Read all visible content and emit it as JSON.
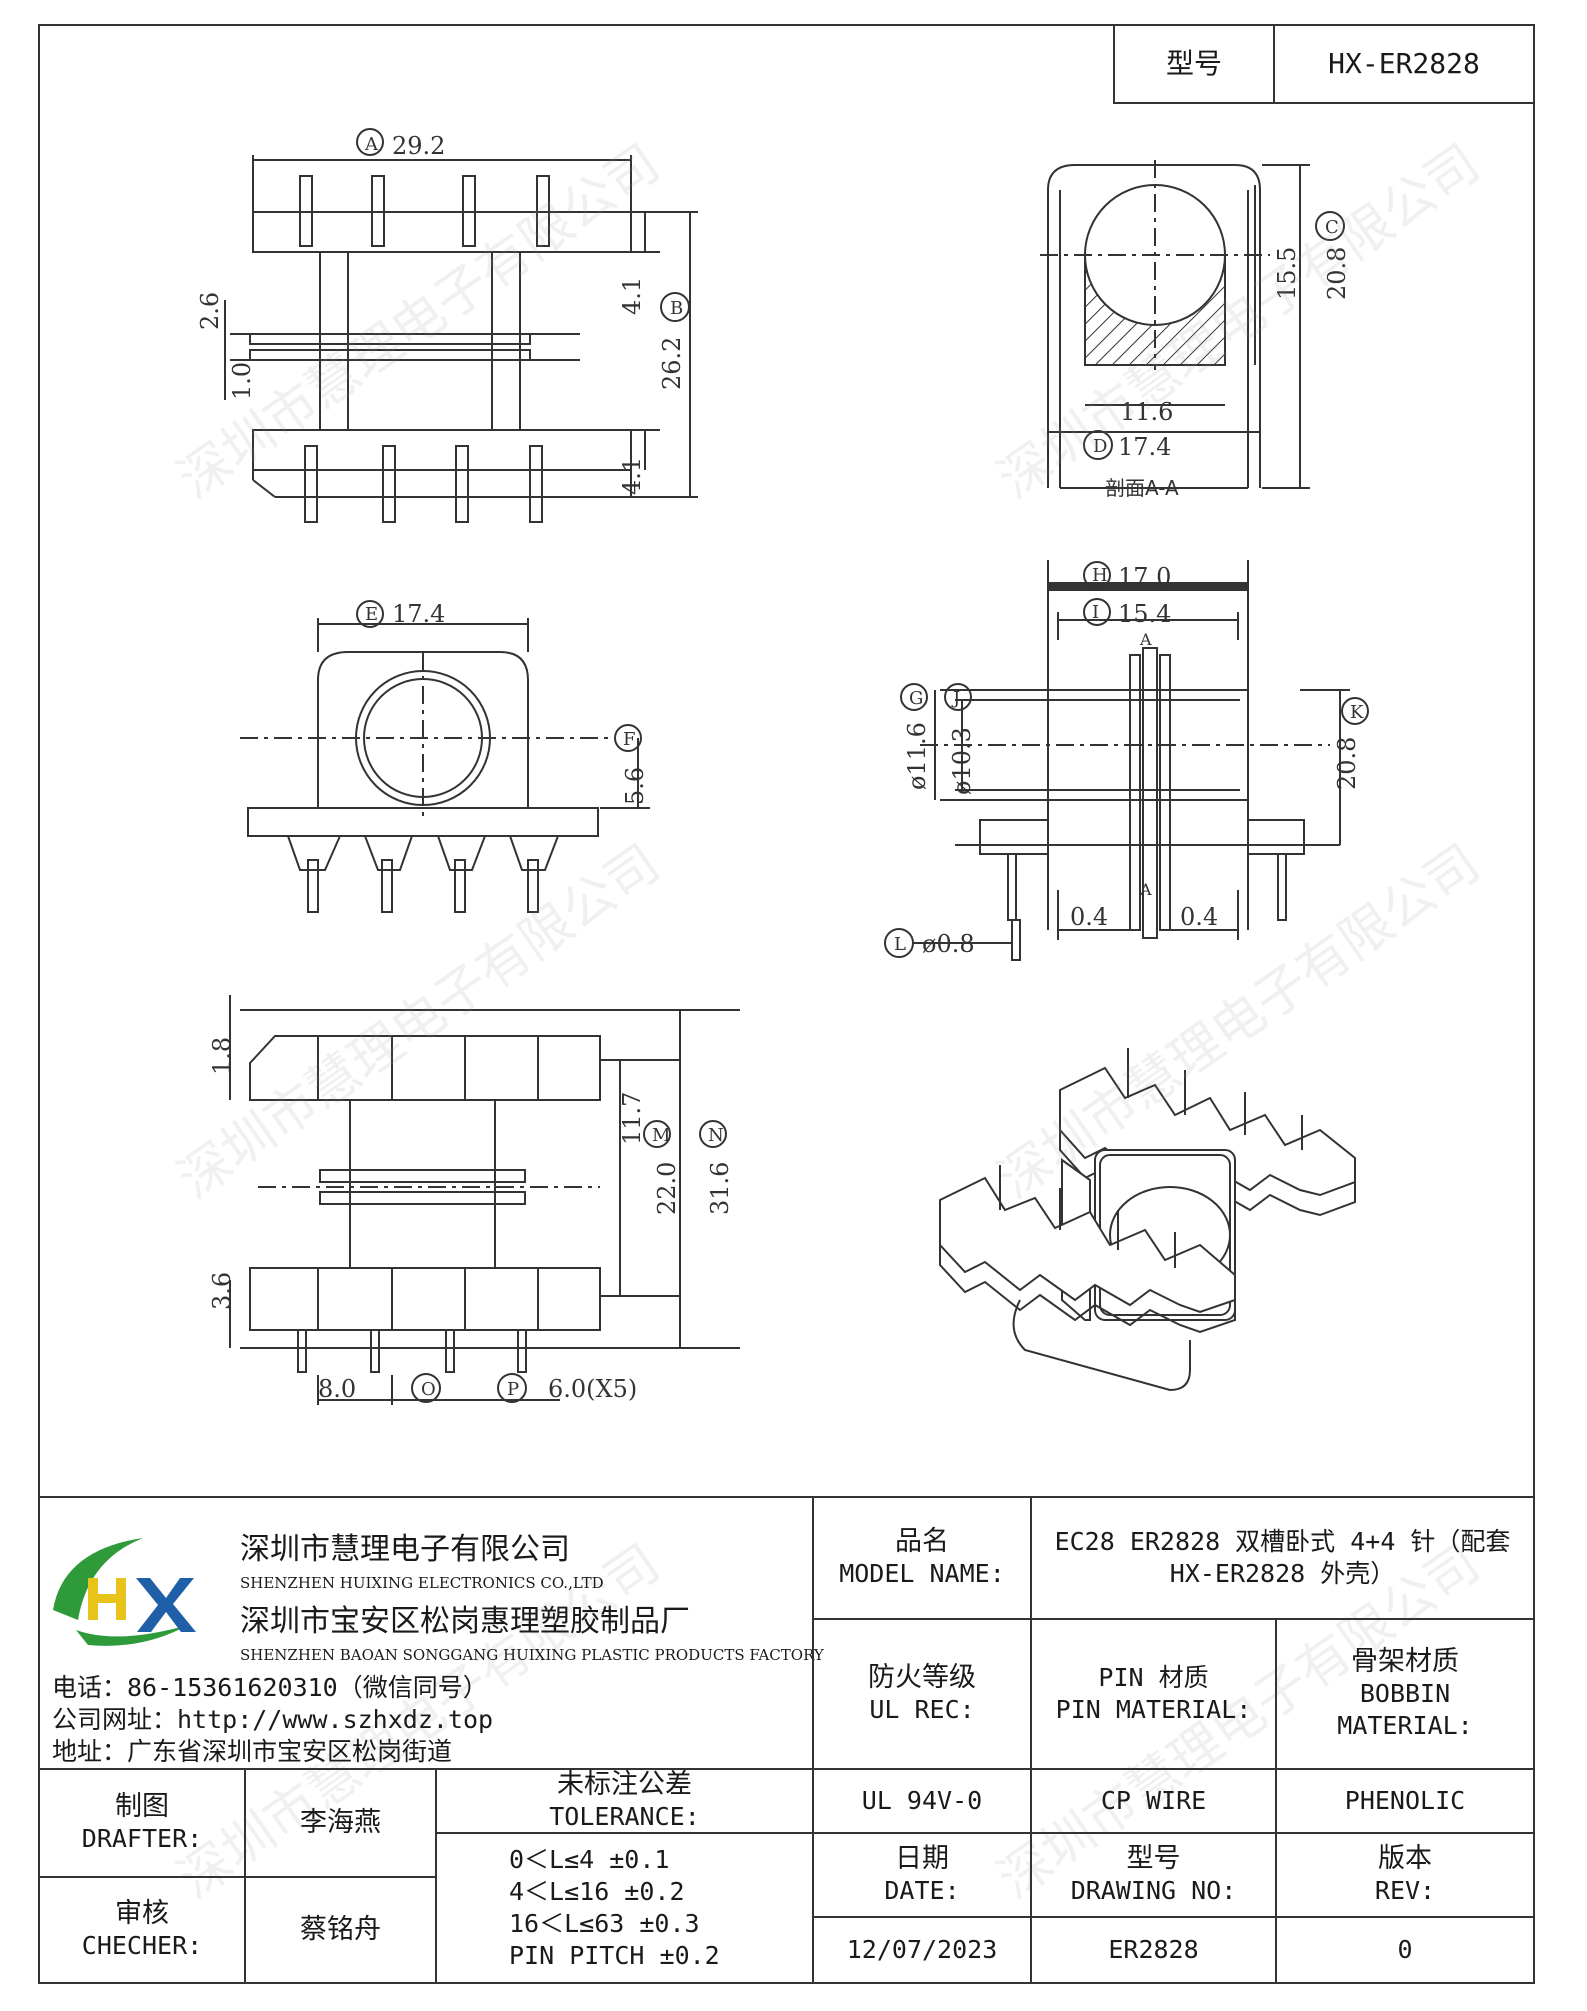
{
  "header": {
    "model_label": "型号",
    "model_value": "HX-ER2828"
  },
  "drawings": {
    "top_view": {
      "width_tag": "A",
      "width": "29.2",
      "height_tag": "B",
      "height": "26.2",
      "dim_upper": "4.1",
      "dim_lower": "4.1",
      "dim_a": "2.6",
      "dim_b": "1.0"
    },
    "section_view": {
      "tag_c": "C",
      "height_c": "20.8",
      "inner_h": "15.5",
      "inner_w": "11.6",
      "tag_d": "D",
      "width_d": "17.4",
      "caption": "剖面A-A"
    },
    "front_view": {
      "tag": "E",
      "width": "17.4",
      "tag_f": "F",
      "dim_f": "5.6"
    },
    "side_view": {
      "tag_h": "H",
      "dim_h": "17.0",
      "tag_i": "I",
      "dim_i": "15.4",
      "tag_g": "G",
      "dim_g": "ø11.6",
      "tag_j": "J",
      "dim_j": "ø10.3",
      "tag_k": "K",
      "dim_k": "20.8",
      "dim_l": "0.4",
      "dim_r": "0.4",
      "section_mark": "A",
      "tag_l": "L",
      "pin_dia": "ø0.8"
    },
    "bottom_view": {
      "dim_top": "1.8",
      "dim_mid": "11.7",
      "tag_m": "M",
      "dim_m": "22.0",
      "tag_n": "N",
      "dim_n": "31.6",
      "dim_bot": "3.6",
      "dim_o": "8.0",
      "tag_o": "O",
      "tag_p": "P",
      "dim_p": "6.0(X5)"
    }
  },
  "company": {
    "logo_text": "HX",
    "name_cn": "深圳市慧理电子有限公司",
    "name_en": "SHENZHEN HUIXING ELECTRONICS CO.,LTD",
    "factory_cn": "深圳市宝安区松岗惠理塑胶制品厂",
    "factory_en": "SHENZHEN BAOAN SONGGANG HUIXING PLASTIC PRODUCTS FACTORY",
    "phone": "电话：86-15361620310（微信同号）",
    "website": "公司网址：http://www.szhxdz.top",
    "address": "地址：广东省深圳市宝安区松岗街道"
  },
  "table": {
    "model_name_cn": "品名",
    "model_name_en": "MODEL NAME:",
    "model_name_value_1": "EC28 ER2828 双槽卧式 4+4 针（配套",
    "model_name_value_2": "HX-ER2828 外壳）",
    "ul_cn": "防火等级",
    "ul_en": "UL REC:",
    "pin_cn": "PIN 材质",
    "pin_en": "PIN MATERIAL:",
    "bobbin_cn": "骨架材质",
    "bobbin_en_1": "BOBBIN",
    "bobbin_en_2": "MATERIAL:",
    "ul_value": "UL 94V-0",
    "pin_value": "CP WIRE",
    "bobbin_value": "PHENOLIC",
    "drafter_cn": "制图",
    "drafter_en": "DRAFTER:",
    "drafter_name": "李海燕",
    "checker_cn": "审核",
    "checker_en": "CHECHER:",
    "checker_name": "蔡铭舟",
    "tolerance_cn": "未标注公差",
    "tolerance_en": "TOLERANCE:",
    "tolerance_lines": [
      "0＜L≤4  ±0.1",
      "4＜L≤16 ±0.2",
      "16＜L≤63 ±0.3",
      "PIN PITCH ±0.2"
    ],
    "date_cn": "日期",
    "date_en": "DATE:",
    "drawing_cn": "型号",
    "drawing_en": "DRAWING NO:",
    "rev_cn": "版本",
    "rev_en": "REV:",
    "date_value": "12/07/2023",
    "drawing_value": "ER2828",
    "rev_value": "0"
  },
  "watermark": "深圳市慧理电子有限公司",
  "colors": {
    "logo_green": "#2e9a3a",
    "logo_yellow": "#e8c41a",
    "logo_blue": "#1f5fa8",
    "line": "#333333"
  }
}
